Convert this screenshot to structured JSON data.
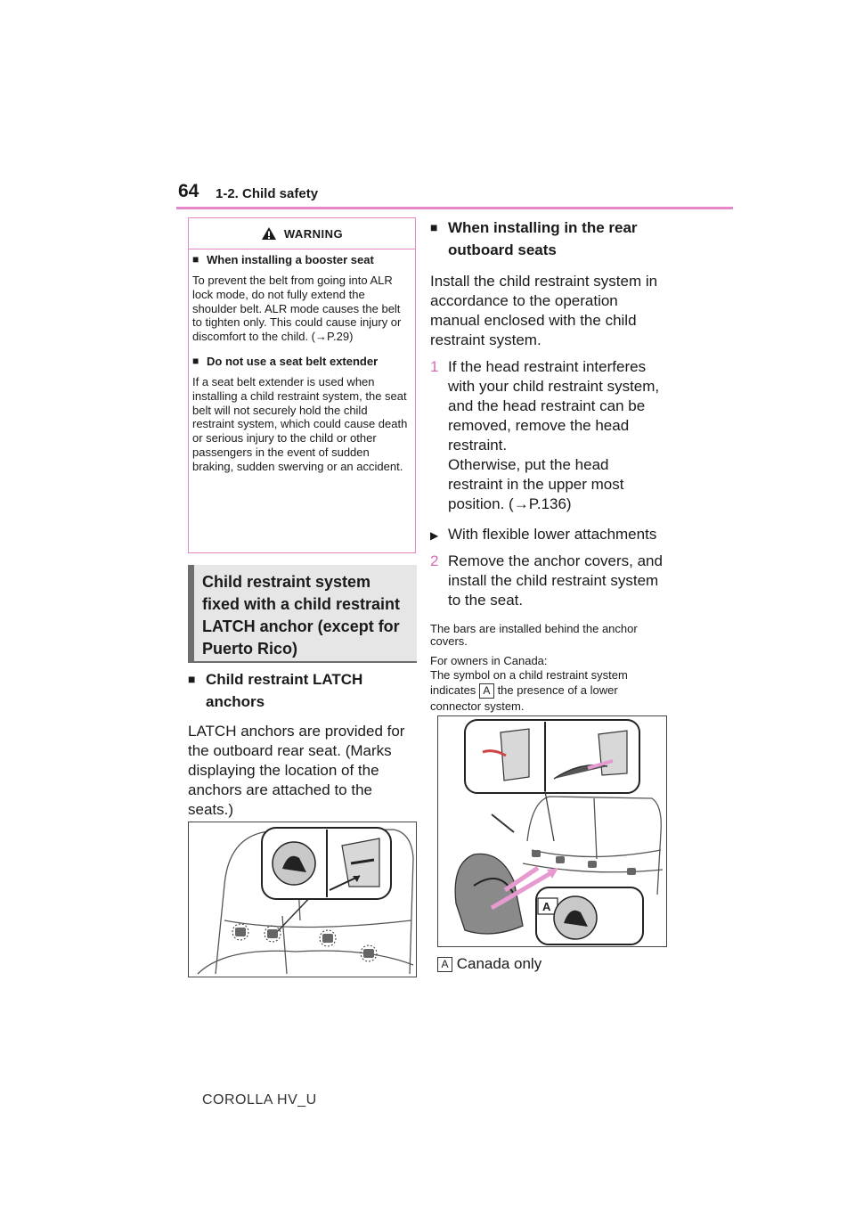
{
  "header": {
    "page_number": "64",
    "section_title": "1-2. Child safety"
  },
  "warning": {
    "label": "WARNING",
    "items": [
      {
        "title": "When installing a booster seat",
        "text": "To prevent the belt from going into ALR lock mode, do not fully extend the shoulder belt. ALR mode causes the belt to tighten only. This could cause injury or discomfort to the child. (→P.29)"
      },
      {
        "title": "Do not use a seat belt extender",
        "text": "If a seat belt extender is used when installing a child restraint system, the seat belt will not securely hold the child restraint system, which could cause death or serious injury to the child or other passengers in the event of sudden braking, sudden swerving or an accident."
      }
    ]
  },
  "section": {
    "title": "Child restraint system fixed with a child restraint LATCH anchor (except for Puerto Rico)"
  },
  "left": {
    "sub_heading": "Child restraint LATCH anchors",
    "body": "LATCH anchors are provided for the outboard rear seat. (Marks displaying the location of the anchors are attached to the seats.)"
  },
  "right": {
    "sub_heading": "When installing in the rear outboard seats",
    "body": "Install the child restraint system in accordance to the operation manual enclosed with the child restraint system.",
    "step1_num": "1",
    "step1_text": "If the head restraint interferes with your child restraint system, and the head restraint can be removed, remove the head restraint.",
    "step1_text2": "Otherwise, put the head restraint in the upper most position. (→P.136)",
    "variant": "With flexible lower attachments",
    "step2_num": "2",
    "step2_text": "Remove the anchor covers, and install the child restraint system to the seat.",
    "note1": "The bars are installed behind the anchor covers.",
    "note2_a": "For owners in Canada:",
    "note2_b": "The symbol on a child restraint system indicates",
    "note2_c": "the presence of a lower connector system.",
    "label_a": "A",
    "caption": "Canada only"
  },
  "footer": {
    "model": "COROLLA HV_U"
  }
}
